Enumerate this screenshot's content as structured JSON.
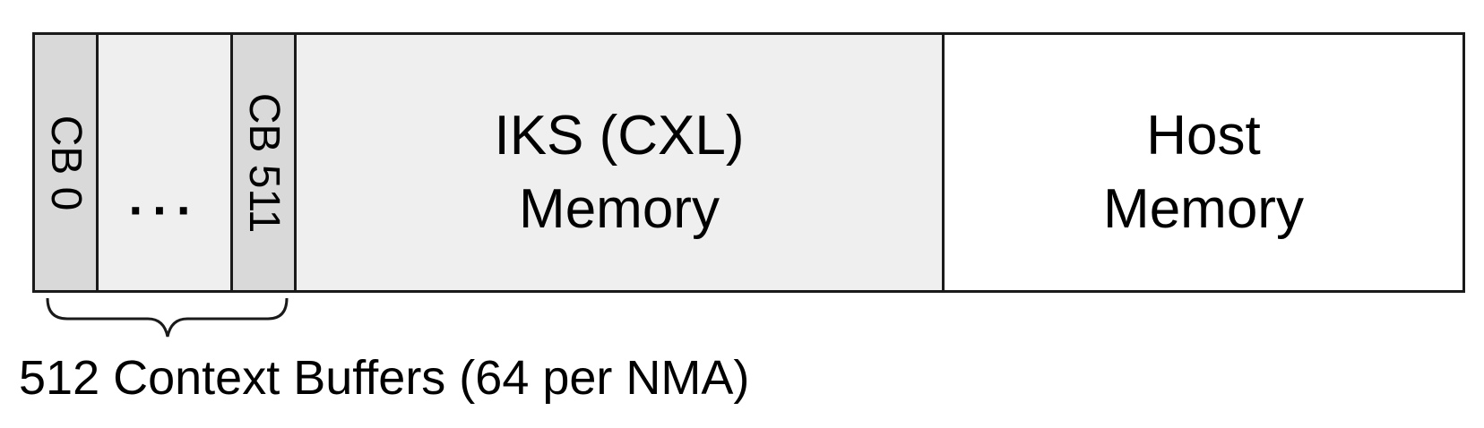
{
  "context_buffers": {
    "first_label": "CB 0",
    "ellipsis": "···",
    "last_label": "CB 511",
    "caption": "512 Context Buffers (64 per NMA)"
  },
  "iks_memory": {
    "line1": "IKS (CXL)",
    "line2": "Memory"
  },
  "host_memory": {
    "line1": "Host",
    "line2": "Memory"
  },
  "colors": {
    "context_buffer_fill": "#d9d9d9",
    "iks_fill": "#efefef",
    "host_fill": "#ffffff",
    "outline": "#1a1a1a"
  }
}
